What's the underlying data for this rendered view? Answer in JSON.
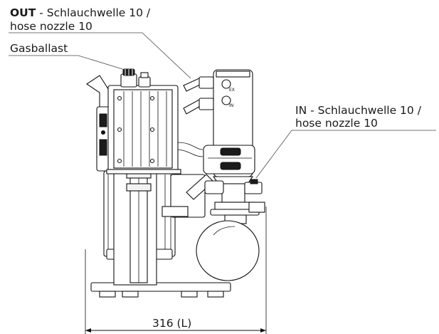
{
  "callouts": {
    "out_prefix": "OUT",
    "out_line1": " - Schlauchwelle 10 /",
    "out_line2": "hose nozzle 10",
    "gasballast": "Gasballast",
    "in_line1": "IN - Schlauchwelle 10 /",
    "in_line2": "hose nozzle 10"
  },
  "pump_marks": {
    "ex_label": "EX",
    "in_label": "IN"
  },
  "dimension": {
    "width_label": "316 (L)"
  }
}
